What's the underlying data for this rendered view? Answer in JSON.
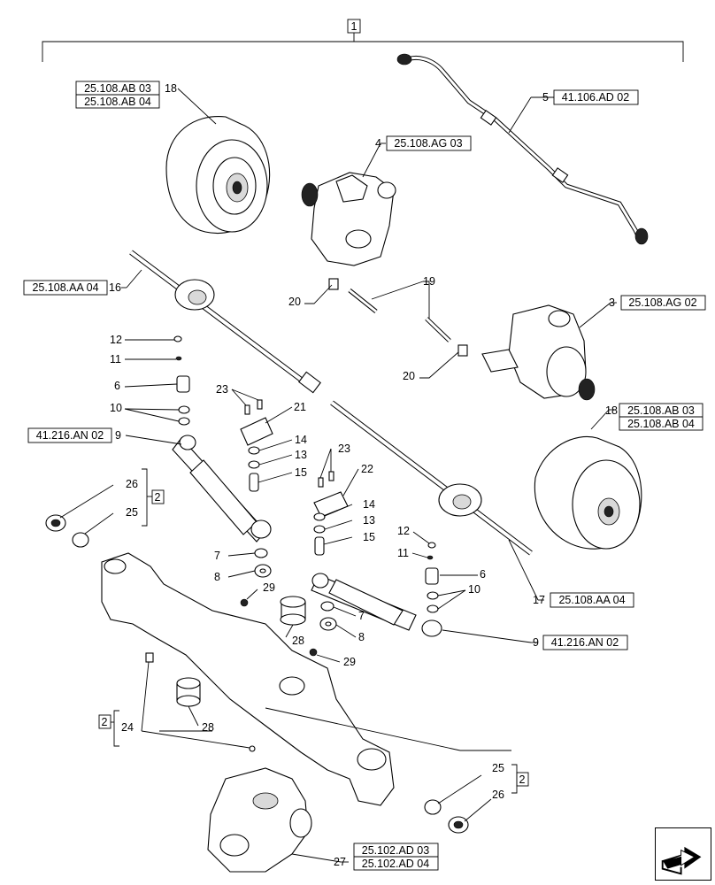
{
  "header": {
    "assembly_ref": "1"
  },
  "refs": {
    "r18a1": "25.108.AB 03",
    "r18a2": "25.108.AB 04",
    "r18b1": "25.108.AB 03",
    "r18b2": "25.108.AB 04",
    "r4": "25.108.AG 03",
    "r5": "41.106.AD 02",
    "r3": "25.108.AG 02",
    "r16": "25.108.AA 04",
    "r17": "25.108.AA 04",
    "r9a": "41.216.AN 02",
    "r9b": "41.216.AN 02",
    "r27a": "25.102.AD 03",
    "r27b": "25.102.AD 04",
    "r2a": "2",
    "r2b": "2",
    "r2c": "2"
  },
  "labels": {
    "n18a": "18",
    "n18b": "18",
    "n4": "4",
    "n5": "5",
    "n3": "3",
    "n16": "16",
    "n17": "17",
    "n19": "19",
    "n20a": "20",
    "n20b": "20",
    "n12a": "12",
    "n11a": "11",
    "n6a": "6",
    "n10a": "10",
    "n9a": "9",
    "n23a": "23",
    "n21": "21",
    "n14a": "14",
    "n13a": "13",
    "n15a": "15",
    "n26a": "26",
    "n25a": "25",
    "n23b": "23",
    "n22": "22",
    "n14b": "14",
    "n13b": "13",
    "n15b": "15",
    "n7a": "7",
    "n8a": "8",
    "n29a": "29",
    "n28a": "28",
    "n29b": "29",
    "n7b": "7",
    "n8b": "8",
    "n12b": "12",
    "n11b": "11",
    "n6b": "6",
    "n10b": "10",
    "n9b": "9",
    "n24": "24",
    "n28b": "28",
    "n25b": "25",
    "n26b": "26",
    "n27": "27"
  },
  "icons": {
    "nav": "next-page-arrow-icon"
  }
}
